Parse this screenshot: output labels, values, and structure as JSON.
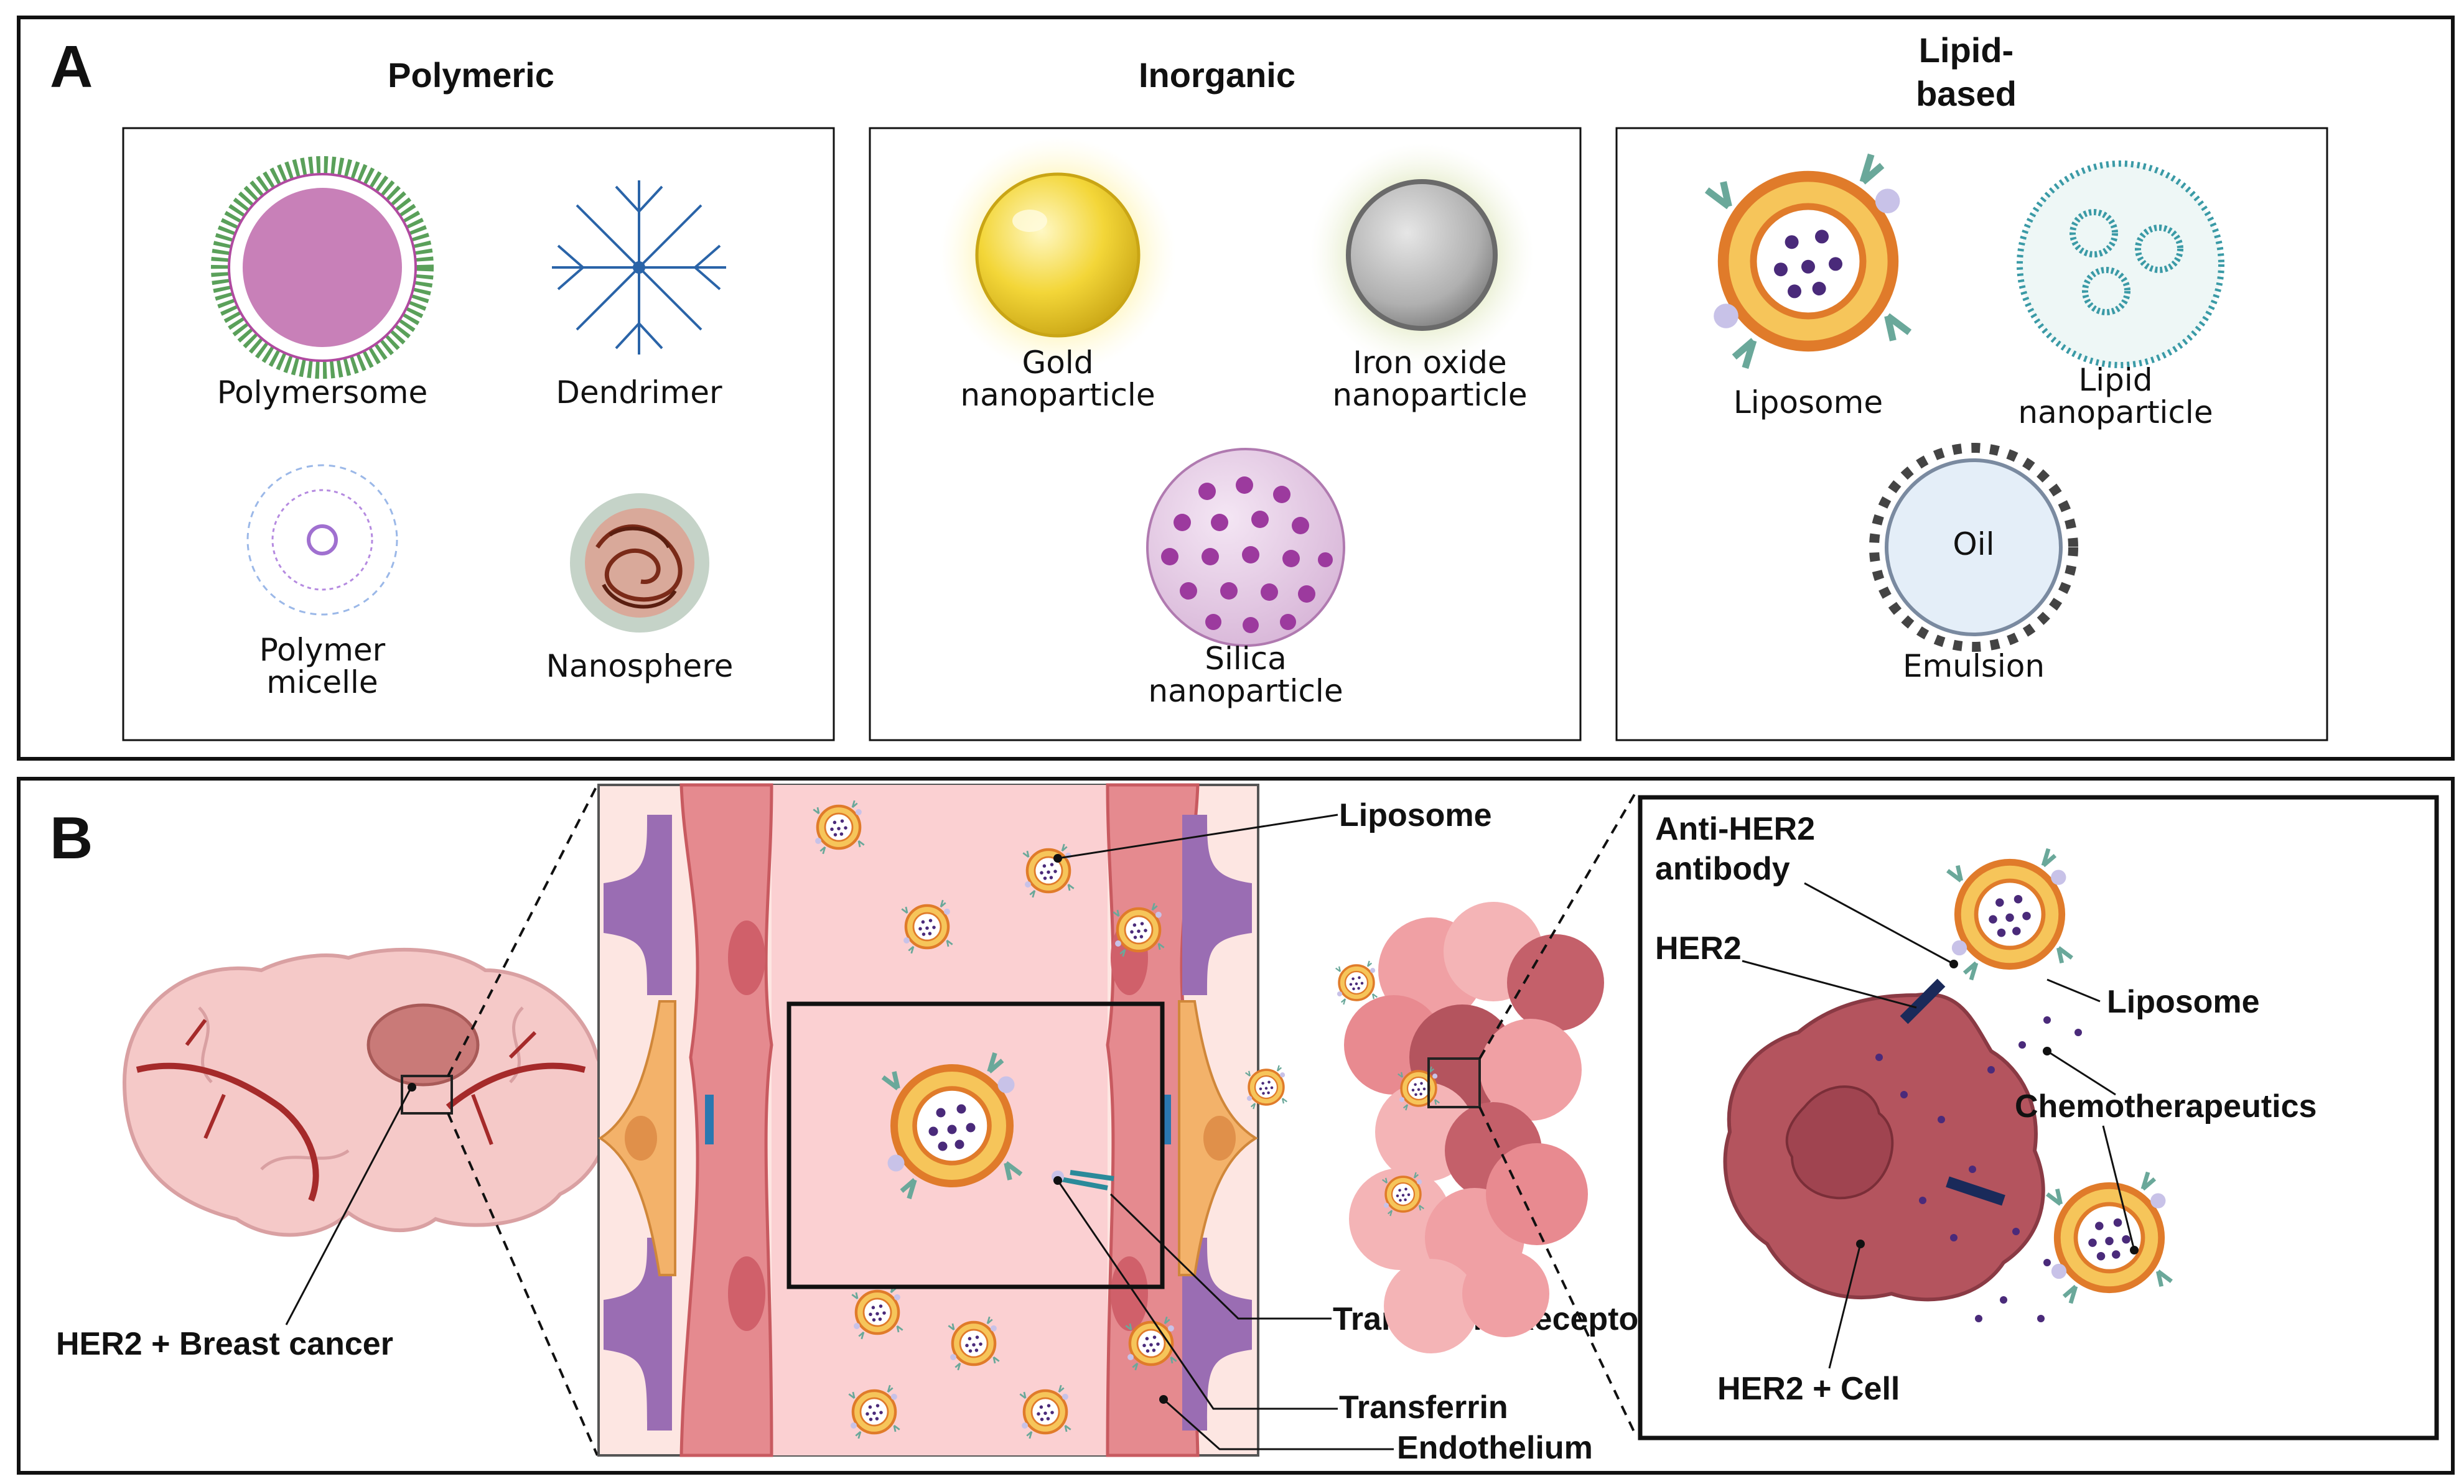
{
  "panel_a": {
    "letter": "A",
    "groups": [
      {
        "title": "Polymeric",
        "items": [
          "Polymersome",
          "Dendrimer",
          "Polymer micelle",
          "Nanosphere"
        ]
      },
      {
        "title": "Inorganic",
        "items": [
          "Gold nanoparticle",
          "Iron oxide nanoparticle",
          "Silica nanoparticle"
        ]
      },
      {
        "title": "Lipid-based",
        "items": [
          "Liposome",
          "Lipid nanoparticle",
          "Emulsion"
        ]
      }
    ],
    "labels": {
      "polymersome": "Polymersome",
      "dendrimer": "Dendrimer",
      "polymer_micelle_1": "Polymer",
      "polymer_micelle_2": "micelle",
      "nanosphere": "Nanosphere",
      "gold_1": "Gold",
      "gold_2": "nanoparticle",
      "iron_1": "Iron oxide",
      "iron_2": "nanoparticle",
      "silica_1": "Silica",
      "silica_2": "nanoparticle",
      "liposome": "Liposome",
      "lipid_np_1": "Lipid",
      "lipid_np_2": "nanoparticle",
      "oil": "Oil",
      "emulsion": "Emulsion",
      "lipid_title_1": "Lipid-",
      "lipid_title_2": "based"
    }
  },
  "panel_b": {
    "letter": "B",
    "labels": {
      "her2_breast_cancer": "HER2 + Breast cancer",
      "liposome": "Liposome",
      "transferrin_receptor": "Transferrin Receptor",
      "transferrin": "Transferrin",
      "endothelium": "Endothelium",
      "anti_her2_1": "Anti-HER2",
      "anti_her2_2": "antibody",
      "her2": "HER2",
      "liposome_inset": "Liposome",
      "chemotherapeutics": "Chemotherapeutics",
      "her2_cell": "HER2 + Cell"
    }
  },
  "colors": {
    "frame": "#111111",
    "liposome_shell": "#f2b84b",
    "liposome_outline": "#e07b2a",
    "drug": "#4a2a7a",
    "antibody": "#6aa89a",
    "brain": "#f5c9c8",
    "tumor_cell": "#b4545e",
    "endothelium": "#e58a8f",
    "pericyte": "#9a6db3",
    "astrocyte": "#f3b26a",
    "gold": "#f3d638",
    "iron": "#b9b9b9",
    "silica": "#9c3a9e",
    "polymersome": "#c880b8"
  }
}
